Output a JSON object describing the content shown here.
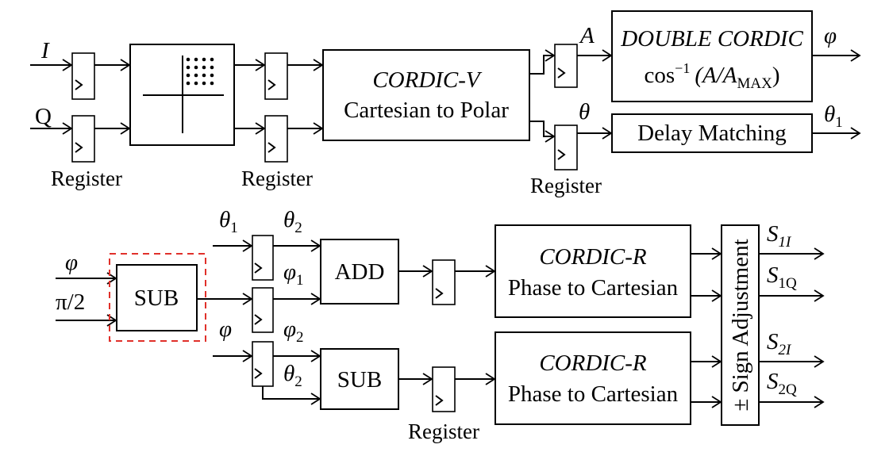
{
  "blocks": {
    "cordic_v": {
      "title": "CORDIC-V",
      "subtitle": "Cartesian to Polar"
    },
    "double_cordic": {
      "title": "DOUBLE CORDIC",
      "func": "cos",
      "sup": "−1",
      "arg_open": "(A/A",
      "arg_sub": "MAX",
      "arg_close": ")"
    },
    "delay": {
      "label": "Delay Matching"
    },
    "sub1": {
      "label": "SUB"
    },
    "add": {
      "label": "ADD"
    },
    "sub2": {
      "label": "SUB"
    },
    "cordic_r1": {
      "title": "CORDIC-R",
      "subtitle": "Phase to Cartesian"
    },
    "cordic_r2": {
      "title": "CORDIC-R",
      "subtitle": "Phase to Cartesian"
    },
    "sign_adj": {
      "label": "± Sign Adjustment"
    }
  },
  "captions": {
    "register": "Register"
  },
  "signals": {
    "i": "I",
    "q": "Q",
    "a": "A",
    "phi": "φ",
    "theta": "θ",
    "theta_base": "θ",
    "theta_sub1": "1",
    "theta_sub2": "2",
    "phi_base": "φ",
    "phi_sub1": "1",
    "phi_sub2": "2",
    "pi2": "π/2",
    "s_base": "S",
    "s1i_sub": "1I",
    "s1q_sub": "1Q",
    "s2i_sub": "2I",
    "s2q_sub": "2Q"
  }
}
